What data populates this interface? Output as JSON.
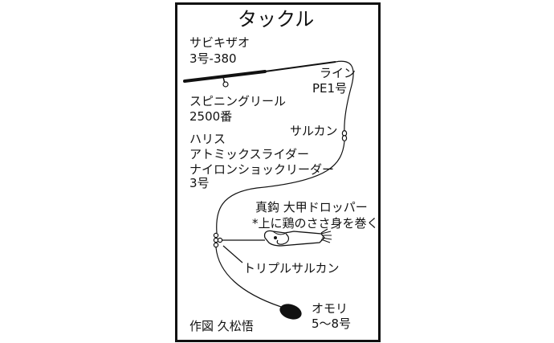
{
  "title": "タックル",
  "labels": {
    "rod_name": "サビキザオ",
    "rod_spec": "3号-380",
    "line_name": "ライン",
    "line_spec": "PE1号",
    "reel_name": "スピニングリール",
    "reel_spec": "2500番",
    "swivel": "サルカン",
    "harris_1": "ハリス",
    "harris_2": "アトミックスライダー",
    "harris_3": "ナイロンショックリーダー",
    "harris_4": "3号",
    "hook_1": "真鈎 大甲ドロッパー",
    "hook_2": "*上に鶏のささ身を巻く",
    "triple_swivel": "トリプルサルカン",
    "sinker_name": "オモリ",
    "sinker_spec": "5～8号",
    "credit": "作図 久松悟"
  },
  "colors": {
    "ink": "#111111",
    "background": "#ffffff"
  }
}
